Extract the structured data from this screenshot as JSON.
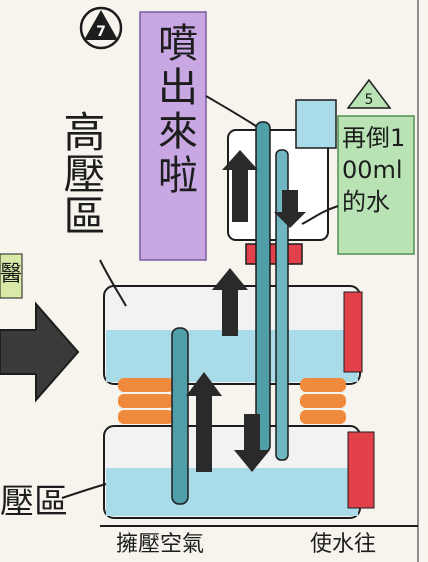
{
  "step_badges": {
    "left": "7",
    "right": "5"
  },
  "labels": {
    "spray_out": "噴出來啦",
    "high_pressure_zone": "高壓區",
    "low_pressure_zone": "壓區",
    "refill": "再倒100ml的水",
    "bottom_left": "擁壓空氣",
    "bottom_right": "使水往",
    "left_edge_fragment": "醫"
  },
  "colors": {
    "paper": "#f6f4ec",
    "purple_box": "#c9a7e3",
    "water_blue": "#a9dbe8",
    "tube_teal": "#4f9ea8",
    "red_cap": "#e2414a",
    "orange_band": "#f08a3c",
    "green_card": "#b9e3b4",
    "ink": "#1d1d1d",
    "arrow_dark": "#2a2a2a"
  }
}
